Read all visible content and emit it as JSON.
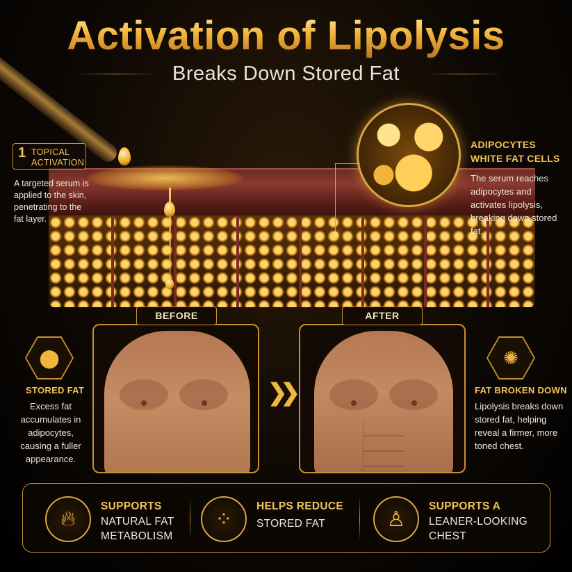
{
  "header": {
    "title": "Activation of Lipolysis",
    "subtitle": "Breaks Down Stored Fat"
  },
  "step": {
    "number": "1",
    "title_line1": "TOPICAL",
    "title_line2": "ACTIVATION",
    "text": "A targeted serum is applied to the skin, penetrating to the fat layer."
  },
  "adipocytes": {
    "title_line1": "ADIPOCYTES",
    "title_line2": "WHITE FAT CELLS",
    "text": "The serum reaches adipocytes and activates lipolysis, breaking down stored fat."
  },
  "comparison": {
    "before_label": "BEFORE",
    "after_label": "AFTER",
    "arrow_icon": "double-chevron-right-icon"
  },
  "stored_fat": {
    "icon": "fat-cells-icon",
    "title": "STORED FAT",
    "text": "Excess fat accumulates in adipocytes, causing a fuller appearance."
  },
  "fat_broken": {
    "icon": "fat-breaking-icon",
    "title": "FAT BROKEN DOWN",
    "text": "Lipolysis breaks down stored fat, helping reveal a firmer, more toned chest."
  },
  "benefits": [
    {
      "icon": "flame-icon",
      "title": "SUPPORTS",
      "line1": "NATURAL FAT",
      "line2": "METABOLISM"
    },
    {
      "icon": "fat-cells-icon",
      "title": "HELPS REDUCE",
      "line1": "STORED FAT",
      "line2": ""
    },
    {
      "icon": "torso-icon",
      "title": "SUPPORTS A",
      "line1": "LEANER-LOOKING",
      "line2": "CHEST"
    }
  ],
  "colors": {
    "gold": "#f2c25a",
    "border_gold": "#c8922e",
    "background": "#000000",
    "text_light": "#ece6da"
  }
}
